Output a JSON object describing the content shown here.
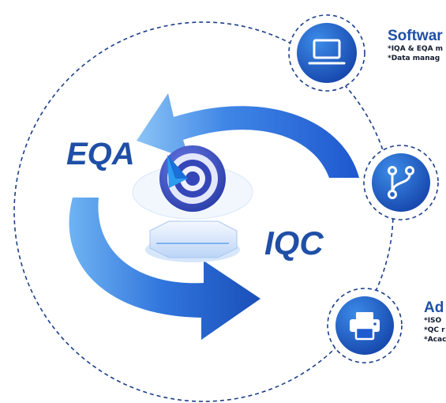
{
  "diagram": {
    "left_label": "EQA",
    "right_label": "IQC",
    "center_icon": "target-icon",
    "colors": {
      "primary": "#1f5bd0",
      "light": "#5aa6f0",
      "dark": "#123b8f",
      "text": "#1f4fa6",
      "dashed": "#1c3f8a"
    }
  },
  "features": [
    {
      "icon": "laptop-icon",
      "title": "Softwar",
      "lines": [
        "*IQA & EQA m",
        "*Data manag"
      ]
    },
    {
      "icon": "branch-icon",
      "title": "",
      "lines": []
    },
    {
      "icon": "printer-icon",
      "title": "Ad",
      "lines": [
        "*ISO",
        "*QC r",
        "*Acac"
      ]
    }
  ]
}
